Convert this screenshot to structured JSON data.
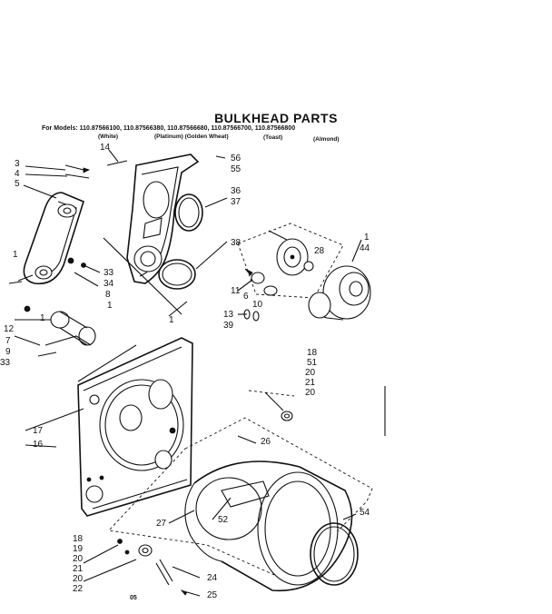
{
  "title": "BULKHEAD PARTS",
  "models_line": "For Models: 110.87566100, 110.87566380, 110.87566680, 110.87566700, 110.87566800",
  "colors": {
    "white": "(White)",
    "platinum_golden": "(Platinum) (Golden Wheat)",
    "toast": "(Toast)",
    "almond": "(Almond)"
  },
  "footer_code": "05",
  "callouts": {
    "c14": "14",
    "c3": "3",
    "c4": "4",
    "c5": "5",
    "c56": "56",
    "c55": "55",
    "c36": "36",
    "c37": "37",
    "c38": "38",
    "c1a": "1",
    "c44": "44",
    "c28": "28",
    "c1b": "1",
    "c33a": "33",
    "c34": "34",
    "c8": "8",
    "c1c": "1",
    "c11": "11",
    "c6": "6",
    "c10": "10",
    "c13": "13",
    "c39": "39",
    "c1d": "1",
    "c12": "12",
    "c7": "7",
    "c9": "9",
    "c33b": "33",
    "c1e": "1",
    "c18a": "18",
    "c51": "51",
    "c20a": "20",
    "c21a": "21",
    "c20b": "20",
    "c17": "17",
    "c16": "16",
    "c26": "26",
    "c54": "54",
    "c52": "52",
    "c27": "27",
    "c18b": "18",
    "c19": "19",
    "c20c": "20",
    "c21b": "21",
    "c20d": "20",
    "c22": "22",
    "c24": "24",
    "c25": "25"
  }
}
